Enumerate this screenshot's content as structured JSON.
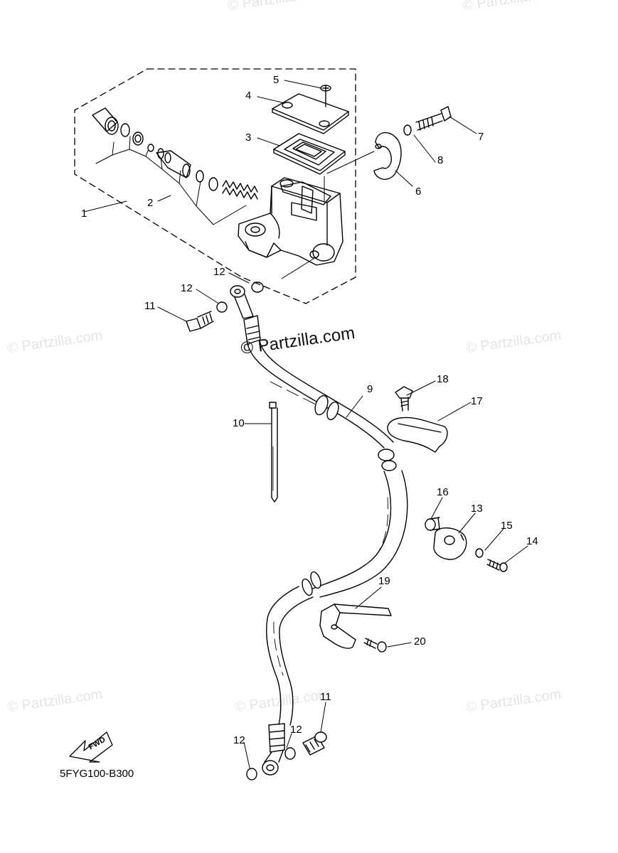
{
  "watermark": {
    "brand": "© Partzilla.com",
    "center": "© Partzilla.com"
  },
  "diagram_code": "5FYG100-B300",
  "fwd_label": "FWD",
  "callouts": {
    "p1": "1",
    "p2": "2",
    "p3": "3",
    "p4": "4",
    "p5": "5",
    "p6": "6",
    "p7": "7",
    "p8": "8",
    "p9": "9",
    "p10": "10",
    "p11a": "11",
    "p11b": "11",
    "p12a": "12",
    "p12b": "12",
    "p12c": "12",
    "p12d": "12",
    "p13": "13",
    "p14": "14",
    "p15": "15",
    "p16": "16",
    "p17": "17",
    "p18": "18",
    "p19": "19",
    "p20": "20"
  }
}
